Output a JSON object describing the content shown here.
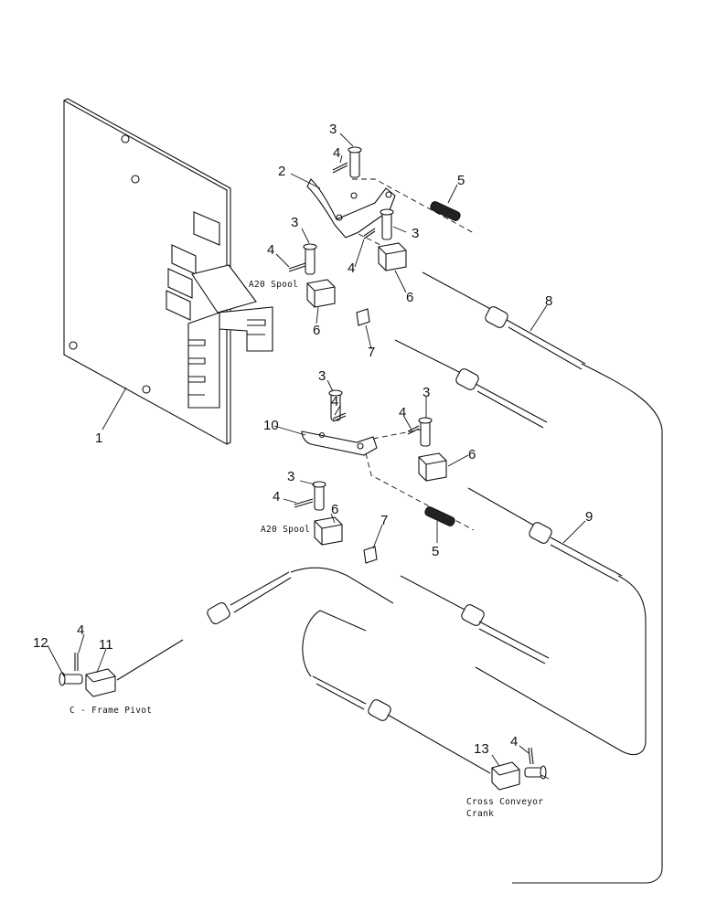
{
  "callouts": {
    "c1": "1",
    "c2": "2",
    "c3a": "3",
    "c3b": "3",
    "c3c": "3",
    "c3d": "3",
    "c3e": "3",
    "c3f": "3",
    "c4a": "4",
    "c4b": "4",
    "c4c": "4",
    "c4d": "4",
    "c4e": "4",
    "c4f": "4",
    "c4g": "4",
    "c4h": "4",
    "c5a": "5",
    "c5b": "5",
    "c6a": "6",
    "c6b": "6",
    "c6c": "6",
    "c6d": "6",
    "c7a": "7",
    "c7b": "7",
    "c8": "8",
    "c9": "9",
    "c10": "10",
    "c11": "11",
    "c12": "12",
    "c13": "13"
  },
  "labels": {
    "a20_spool_top": "A20 Spool",
    "a20_spool_bottom": "A20 Spool",
    "c_frame_pivot": "C - Frame Pivot",
    "cross_conveyor_line1": "Cross Conveyor",
    "cross_conveyor_line2": "Crank"
  }
}
